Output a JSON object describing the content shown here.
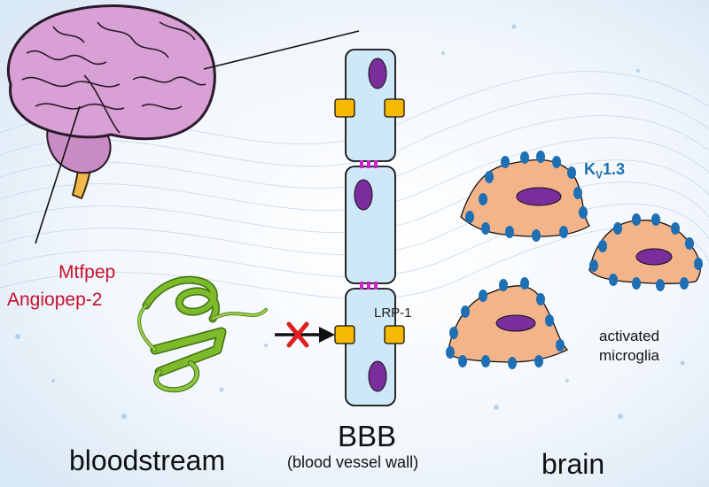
{
  "labels": {
    "peptide_1": "Mtfpep",
    "peptide_2": "Angiopep-2",
    "receptor": "LRP-1",
    "channel_main": "K",
    "channel_sub": "V",
    "channel_rest": "1.3",
    "cell_line_1": "activated",
    "cell_line_2": "microglia",
    "barrier": "BBB",
    "barrier_desc": "(blood vessel wall)",
    "left_region": "bloodstream",
    "right_region": "brain"
  },
  "colors": {
    "peptide_text": "#c8102e",
    "channel_text": "#1f6fb5",
    "cell_fill": "#f3b48a",
    "nucleus": "#7a2e9c",
    "channel_dot": "#1f6fb5",
    "vessel_fill": "#cfe8f7",
    "receptor": "#f6b800",
    "tight_junction": "#d020d0",
    "blocked_x": "#e02020",
    "brain_fill": "#d8a0d4",
    "protein": "#7dbb2a"
  }
}
